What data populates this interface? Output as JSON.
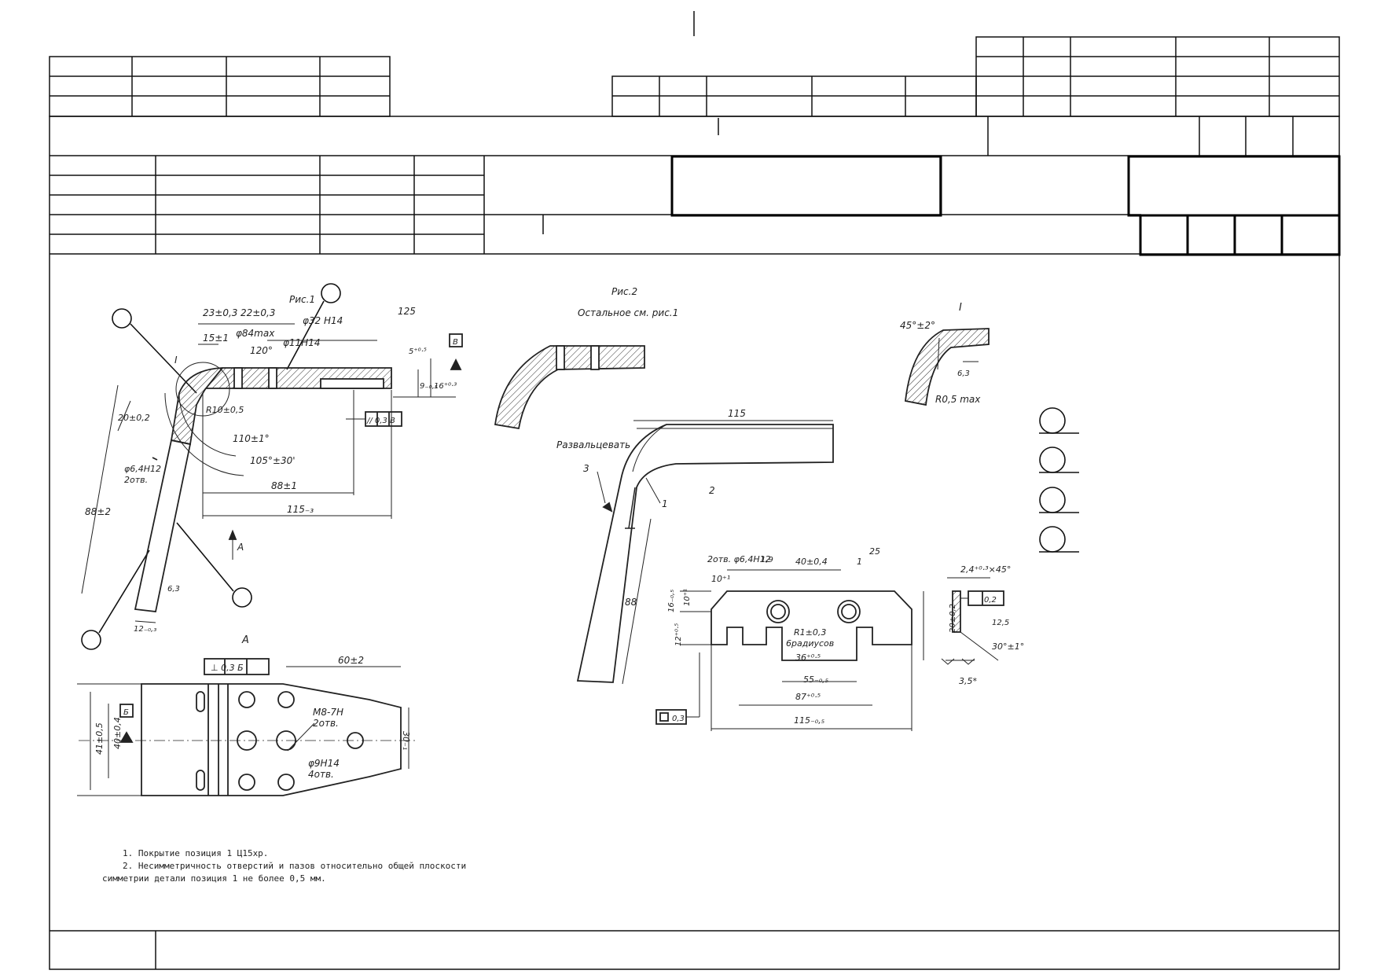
{
  "drawing": {
    "fig1_label": "Рис.1",
    "fig2_label": "Рис.2",
    "fig2_note": "Остальное см. рис.1",
    "detail_label": "I",
    "view_a_label": "А",
    "view_a_arrow": "А",
    "fig1_dims": {
      "d23": "23±0,3",
      "d22": "22±0,3",
      "phi32": "φ32 H14",
      "phi84": "φ84max",
      "phi11": "φ11H14",
      "a120": "120°",
      "d15": "15±1",
      "r125": "125",
      "d5": "5⁺⁰·⁵",
      "d9": "9₋₀,₅",
      "d16": "16⁺⁰·³",
      "base_b": "В",
      "d20": "20±0,2",
      "r10": "R10±0,5",
      "a110": "110±1°",
      "a105": "105°±30'",
      "phi64": "φ6,4H12",
      "holes2": "2отв.",
      "d88v": "88±2",
      "d88h": "88±1",
      "d115": "115₋₃",
      "par": "// 0,3 В",
      "d12": "12₋₀,₃",
      "r63": "6,3",
      "i_mark": "I"
    },
    "view_a_dims": {
      "perp": "⊥ 0,3 Б",
      "d60": "60±2",
      "m8": "М8-7Н",
      "m8n": "2отв.",
      "phi9": "φ9Н14",
      "phi9n": "4отв.",
      "d41": "41±0,5",
      "d40": "40±0,4",
      "base_b": "Б",
      "d30": "30₋₁"
    },
    "detail_dims": {
      "ch": "45°±2°",
      "r05": "R0,5 max",
      "ra": "6,3"
    },
    "assy": {
      "d115": "115",
      "flare": "Развальцевать",
      "p1": "1",
      "p2": "2",
      "p3": "3",
      "d88": "88"
    },
    "plate": {
      "holes": "2отв. φ6,4Н12",
      "d10": "10⁺¹",
      "d40": "40±0,4",
      "p1": "1",
      "ra": "25",
      "r19": "1,9",
      "d10b": "10⁺¹",
      "d16": "16₋₀,₅",
      "d12": "12⁺⁰·⁵",
      "r1": "R1±0,3",
      "rad": "6радиусов",
      "d36": "36⁺⁰·⁵",
      "d55": "55₋₀,₅",
      "d87": "87⁺⁰·⁵",
      "d115": "115₋₀,₅",
      "flat": "0,3",
      "d20": "20±0,2"
    },
    "section": {
      "ch": "2,4⁺⁰·³×45°",
      "tol": "0,2",
      "ra": "12,5",
      "ang": "30°±1°",
      "d35": "3,5*"
    },
    "notes": [
      "1. Покрытие позиция 1 Ц15хр.",
      "2. Несимметричность отверстий и пазов относительно общей плоскости",
      "симметрии детали позиция 1 не более 0,5 мм."
    ]
  }
}
